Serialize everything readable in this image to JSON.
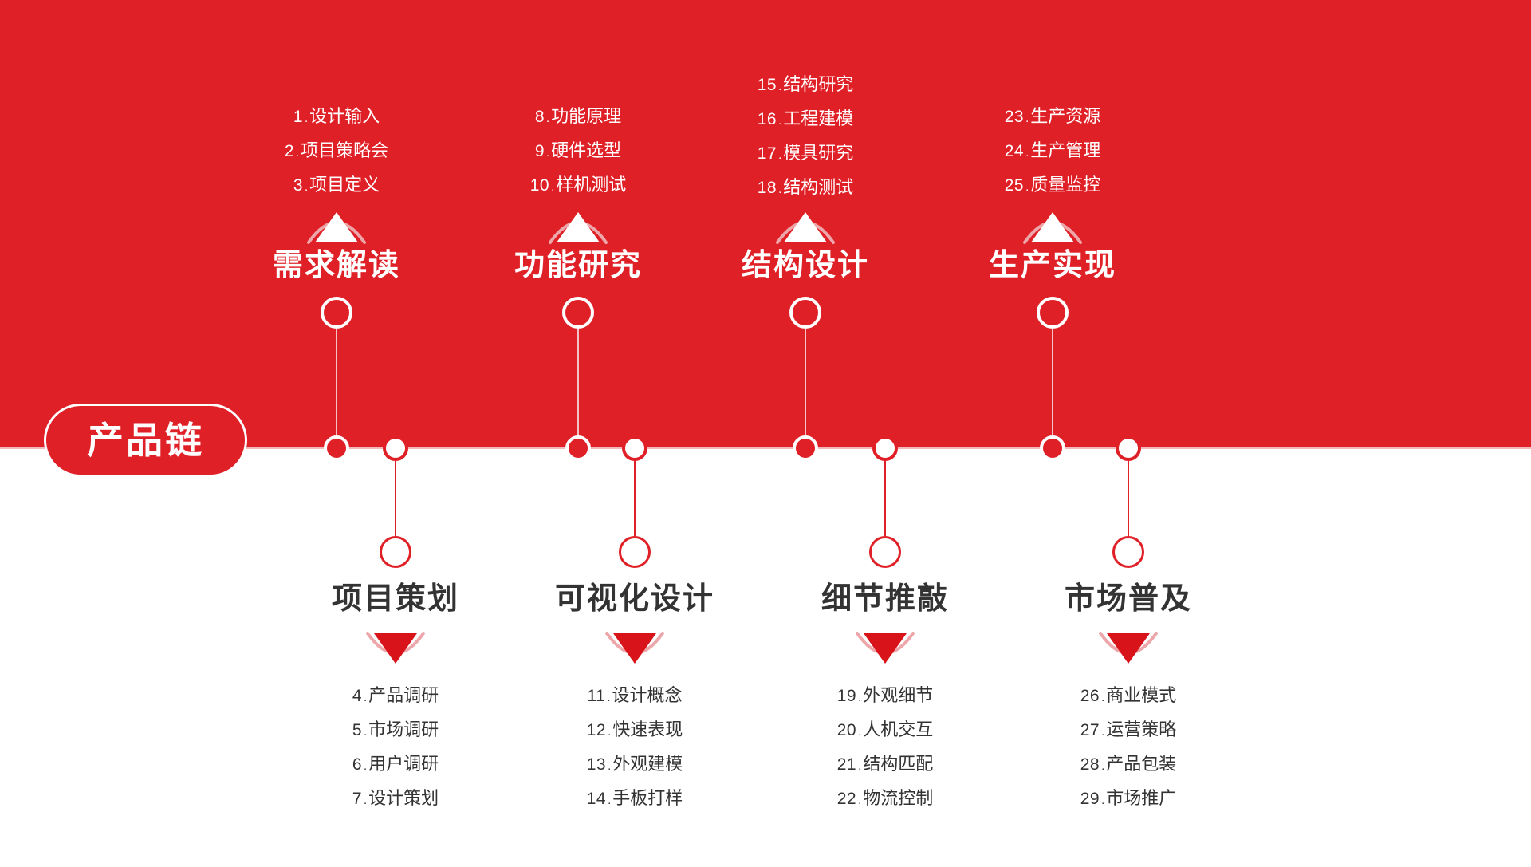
{
  "brand": {
    "label": "产品链"
  },
  "theme": {
    "red": "#e02027",
    "white": "#ffffff",
    "dark_text": "#333333",
    "hairline": "#f2b9bb"
  },
  "top_stages": [
    {
      "title": "需求解读",
      "icon": "triangle-up-icon",
      "marker": "ring-white-icon",
      "items": [
        {
          "num": "1",
          "dot": ".",
          "label": "设计输入"
        },
        {
          "num": "2",
          "dot": ".",
          "label": "项目策略会"
        },
        {
          "num": "3",
          "dot": ".",
          "label": "项目定义"
        }
      ]
    },
    {
      "title": "功能研究",
      "icon": "triangle-up-icon",
      "marker": "ring-white-icon",
      "items": [
        {
          "num": "8",
          "dot": ".",
          "label": "功能原理"
        },
        {
          "num": "9",
          "dot": ".",
          "label": "硬件选型"
        },
        {
          "num": "10",
          "dot": ".",
          "label": "样机测试"
        }
      ]
    },
    {
      "title": "结构设计",
      "icon": "triangle-up-icon",
      "marker": "ring-white-icon",
      "items": [
        {
          "num": "15",
          "dot": ".",
          "label": "结构研究"
        },
        {
          "num": "16",
          "dot": ".",
          "label": "工程建模"
        },
        {
          "num": "17",
          "dot": ".",
          "label": "模具研究"
        },
        {
          "num": "18",
          "dot": ".",
          "label": "结构测试"
        }
      ]
    },
    {
      "title": "生产实现",
      "icon": "triangle-up-icon",
      "marker": "ring-white-icon",
      "items": [
        {
          "num": "23",
          "dot": ".",
          "label": "生产资源"
        },
        {
          "num": "24",
          "dot": ".",
          "label": "生产管理"
        },
        {
          "num": "25",
          "dot": ".",
          "label": "质量监控"
        }
      ]
    }
  ],
  "bottom_stages": [
    {
      "title": "项目策划",
      "icon": "triangle-down-icon",
      "marker": "ring-red-icon",
      "items": [
        {
          "num": "4",
          "dot": ".",
          "label": "产品调研"
        },
        {
          "num": "5",
          "dot": ".",
          "label": "市场调研"
        },
        {
          "num": "6",
          "dot": ".",
          "label": "用户调研"
        },
        {
          "num": "7",
          "dot": ".",
          "label": "设计策划"
        }
      ]
    },
    {
      "title": "可视化设计",
      "icon": "triangle-down-icon",
      "marker": "ring-red-icon",
      "items": [
        {
          "num": "11",
          "dot": ".",
          "label": "设计概念"
        },
        {
          "num": "12",
          "dot": ".",
          "label": "快速表现"
        },
        {
          "num": "13",
          "dot": ".",
          "label": "外观建模"
        },
        {
          "num": "14",
          "dot": ".",
          "label": "手板打样"
        }
      ]
    },
    {
      "title": "细节推敲",
      "icon": "triangle-down-icon",
      "marker": "ring-red-icon",
      "items": [
        {
          "num": "19",
          "dot": ".",
          "label": "外观细节"
        },
        {
          "num": "20",
          "dot": ".",
          "label": "人机交互"
        },
        {
          "num": "21",
          "dot": ".",
          "label": "结构匹配"
        },
        {
          "num": "22",
          "dot": ".",
          "label": "物流控制"
        }
      ]
    },
    {
      "title": "市场普及",
      "icon": "triangle-down-icon",
      "marker": "ring-red-icon",
      "items": [
        {
          "num": "26",
          "dot": ".",
          "label": "商业模式"
        },
        {
          "num": "27",
          "dot": ".",
          "label": "运营策略"
        },
        {
          "num": "28",
          "dot": ".",
          "label": "产品包装"
        },
        {
          "num": "29",
          "dot": ".",
          "label": "市场推广"
        }
      ]
    }
  ]
}
